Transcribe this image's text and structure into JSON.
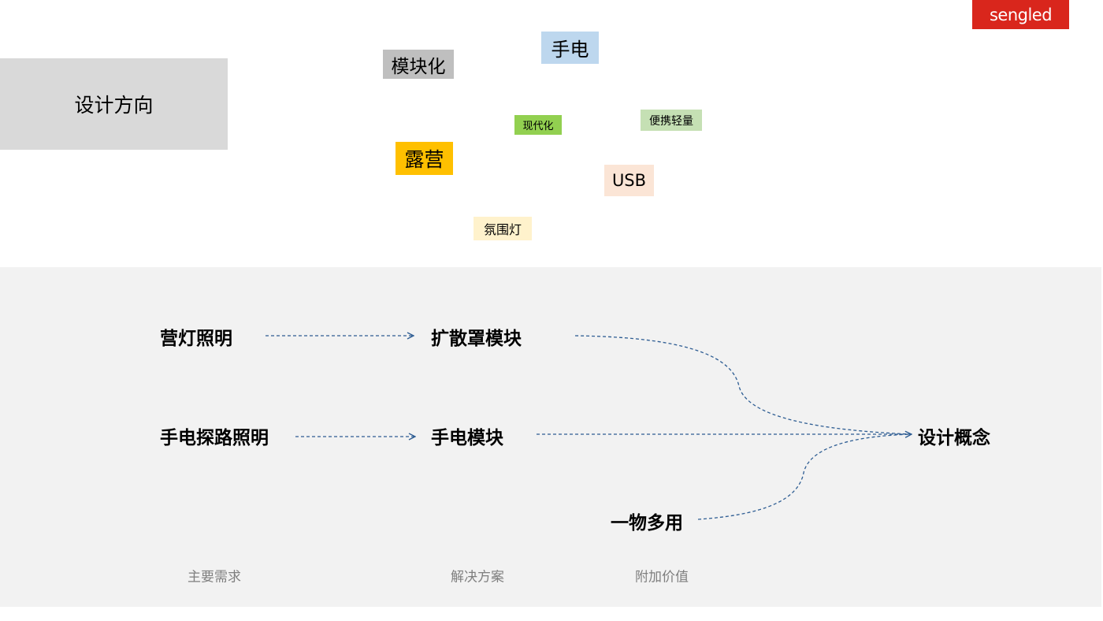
{
  "logo": "sengled",
  "title": "设计方向",
  "keywords": [
    {
      "label": "模块化",
      "color": "#bfbfbf"
    },
    {
      "label": "手电",
      "color": "#bdd7ee"
    },
    {
      "label": "现代化",
      "color": "#92d050"
    },
    {
      "label": "便携轻量",
      "color": "#c5e0b4"
    },
    {
      "label": "露营",
      "color": "#ffc000"
    },
    {
      "label": "USB",
      "color": "#fbe5d6"
    },
    {
      "label": "氛围灯",
      "color": "#fff2cc"
    }
  ],
  "flow": {
    "needs": [
      "营灯照明",
      "手电探路照明"
    ],
    "solutions": [
      "扩散罩模块",
      "手电模块"
    ],
    "extra": "一物多用",
    "result": "设计概念",
    "line_color": "#2e5d93"
  },
  "captions": [
    "主要需求",
    "解决方案",
    "附加价值"
  ]
}
